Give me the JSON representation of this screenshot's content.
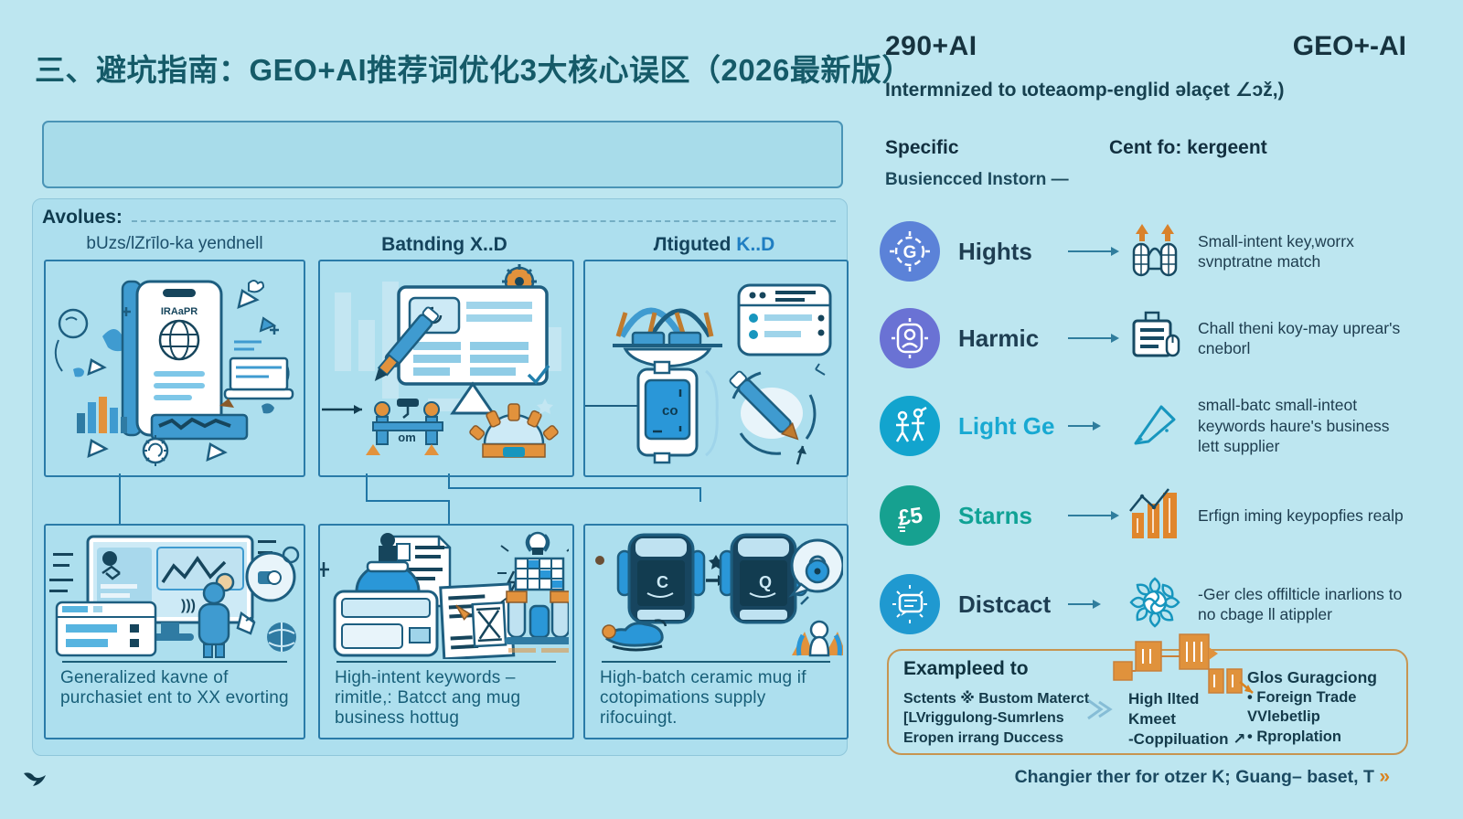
{
  "colors": {
    "background": "#bde6f0",
    "panel": "#addfee",
    "box_border": "#2a7ba8",
    "title_text": "#155a68",
    "body_text": "#1c4a5f",
    "accent_orange": "#e2923c",
    "example_border": "#c79551",
    "row_icon_1": "#5b82d8",
    "row_icon_2": "#6a72d4",
    "row_icon_3": "#12a4ce",
    "row_icon_4": "#16a190",
    "row_icon_5": "#1f99d0",
    "label_cyan": "#18a9d2",
    "label_teal": "#10a295",
    "header_blue": "#1f7ec2"
  },
  "left": {
    "title": "三、避坑指南：GEO+AI推荐词优化3大核心误区（2026最新版）",
    "avolues_label": "Avolues:",
    "col_headers": {
      "col1": "bUzs/lZrīlo-ka yendnell",
      "col2": "Batnding X..D",
      "col3_dark": "Лtiguted ",
      "col3_blue": "K..D"
    },
    "illustration_labels": {
      "phone": "IRAaPR",
      "figure_plate": "om",
      "device_screen": "co",
      "mug_left": "C",
      "mug_right": "Q"
    },
    "captions": {
      "box1": "Generalized kavne of purchasiet ent to XX evorting",
      "box2": "High-intent keywords – rimitle,: Batcct ang mug business hottug",
      "box3": "High-batch ceramic mug if cotopimations supply rifocuingt."
    }
  },
  "right": {
    "stat": "290+AI",
    "brand": "GEO+-AI",
    "subtitle": "Intermnized to ɩoteaomp-englid ǝlaçet ∠ɔž,)",
    "col_left_header": "Specific",
    "col_right_header": "Cent fo: kergeent",
    "subheader": "Busiencced Instorn —",
    "rows": [
      {
        "label": "Hights",
        "desc": "Small-intent key,worrx svnptratne match"
      },
      {
        "label": "Harmic",
        "desc": "Chall theni koy-may uprear's cneborl"
      },
      {
        "label": "Light Ge",
        "desc": "small-batc small-inteot keywords haure's business lett supplier"
      },
      {
        "label": "Starns",
        "desc": "Erfign iming keypopfies realp"
      },
      {
        "label": "Distcact",
        "desc": "-Ger cles offilticle inarlions to no cbage ll atippler"
      }
    ],
    "example": {
      "title": "Exampleed to",
      "left_line1": "Sctents ※ Bustom Materct",
      "left_line2": "[LVriggulong-Sumrlens",
      "left_line3": "Eropen irrang Duccess",
      "mid_line1": "High llted",
      "mid_line2": "Kmeet",
      "mid_line3": "-Coppiluation ↗",
      "right_line1": "Glos Guragciong",
      "right_line2": "• Foreign Trade",
      "right_line3": "VVlebetlip",
      "right_line4": "• Rproplation"
    },
    "footer_text": "Changier ther for otzer K; Guang– baset, T ",
    "footer_arrow": "»"
  }
}
